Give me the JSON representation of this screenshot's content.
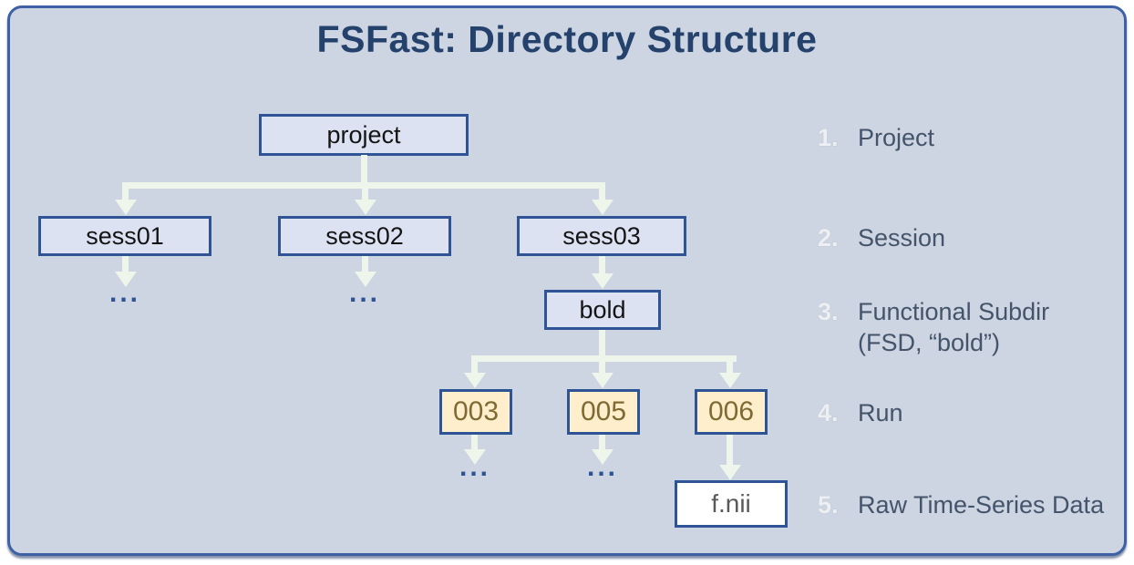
{
  "slide": {
    "title": "FSFast: Directory Structure"
  },
  "tree": {
    "project": "project",
    "sess01": "sess01",
    "sess02": "sess02",
    "sess03": "sess03",
    "bold": "bold",
    "run003": "003",
    "run005": "005",
    "run006": "006",
    "fnii": "f.nii",
    "ellipsis": "..."
  },
  "legend": {
    "items": [
      {
        "number": "1.",
        "label": "Project"
      },
      {
        "number": "2.",
        "label": "Session"
      },
      {
        "number": "3.",
        "label": "Functional Subdir",
        "label2": "(FSD, “bold”)"
      },
      {
        "number": "4.",
        "label": "Run"
      },
      {
        "number": "5.",
        "label": "Raw Time-Series Data"
      }
    ]
  },
  "colors": {
    "card_background": "#cdd4e2",
    "card_border": "#3e61a6",
    "title": "#24426b",
    "node_fill": "#dce2f2",
    "node_border": "#2f5496",
    "run_fill": "#feeecb",
    "run_text": "#7f6a33",
    "file_fill": "#ffffff",
    "file_text": "#595959",
    "connector": "#eef5eb",
    "dots": "#2e5395",
    "legend_number": "#edeff2",
    "legend_label": "#44546a"
  }
}
